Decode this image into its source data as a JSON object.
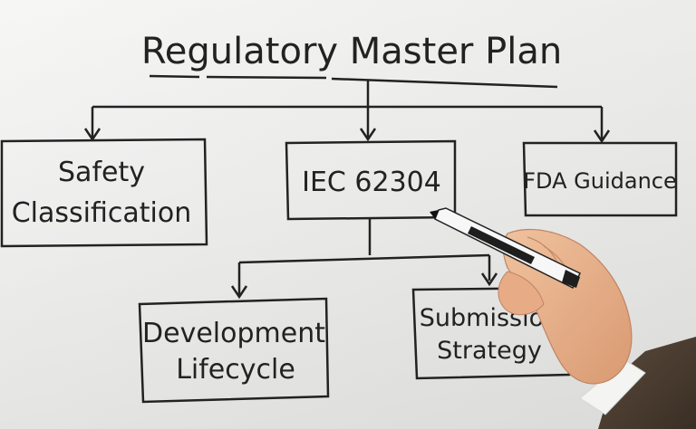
{
  "whiteboard": {
    "title": "Regulatory Master Plan",
    "nodes": {
      "safety": {
        "line1": "Safety",
        "line2": "Classification"
      },
      "iec": {
        "label": "IEC 62304"
      },
      "fda": {
        "label": "FDA Guidance"
      },
      "development": {
        "line1": "Development",
        "line2": "Lifecycle"
      },
      "submission": {
        "line1": "Submission",
        "line2": "Strategy"
      }
    }
  },
  "colors": {
    "ink": "#222222",
    "board": "#efefed",
    "skin": "#e8b48f",
    "jacket": "#4a3d31",
    "marker_body": "#f5f5f5"
  }
}
